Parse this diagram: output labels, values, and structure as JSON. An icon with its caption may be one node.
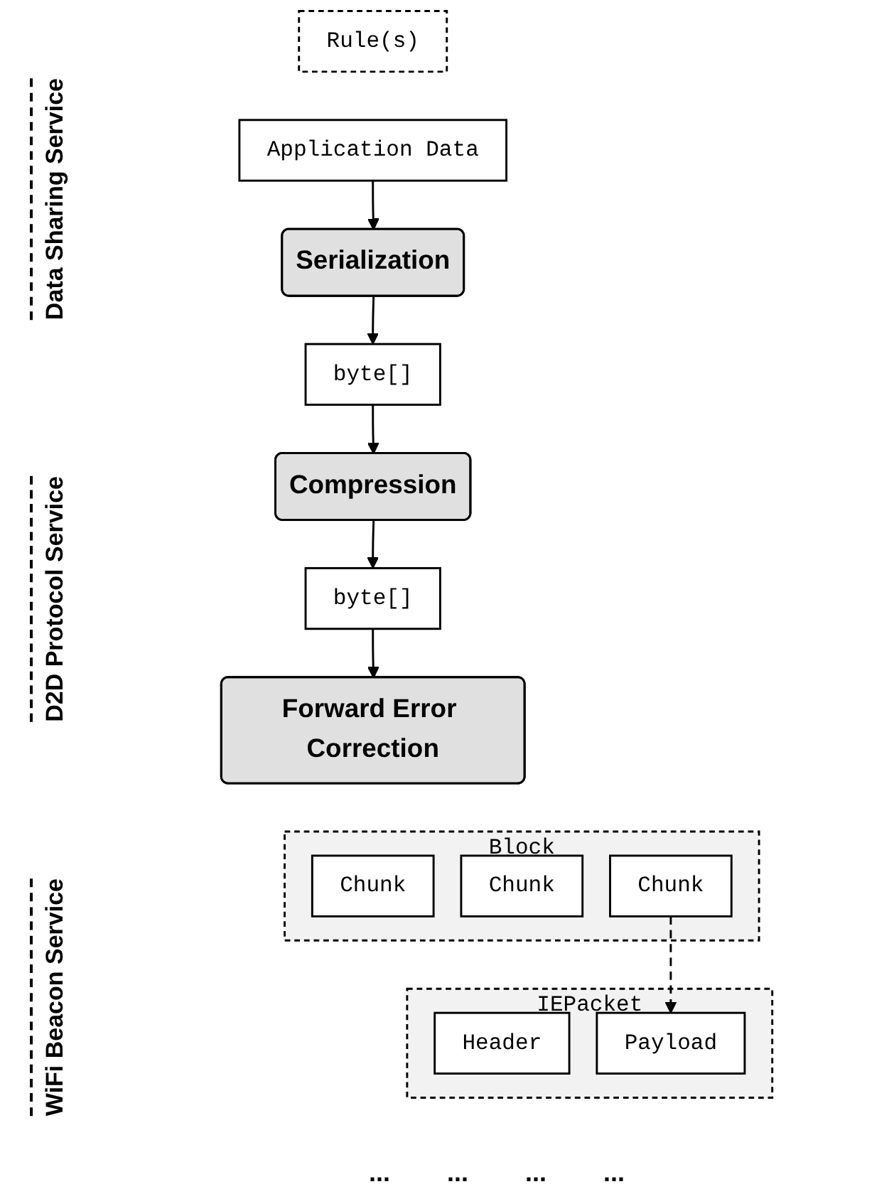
{
  "diagram": {
    "nodes": [
      {
        "text": [
          "Rule(s)"
        ]
      },
      {
        "text": [
          "Application Data"
        ]
      },
      {
        "text": [
          "Serialization"
        ]
      },
      {
        "text": [
          "byte[]"
        ]
      },
      {
        "text": [
          "Compression"
        ]
      },
      {
        "text": [
          "byte[]"
        ]
      },
      {
        "text": [
          "Forward Error Correction"
        ]
      },
      {
        "text": [
          "Block"
        ]
      },
      {
        "text": [
          "Chunk"
        ],
        "in": 7
      },
      {
        "text": [
          "Chunk"
        ],
        "in": 7
      },
      {
        "text": [
          "Chunk"
        ],
        "in": 7
      },
      {
        "text": [
          "IEPacket"
        ]
      },
      {
        "text": [
          "Header"
        ],
        "in": 11
      },
      {
        "text": [
          "Payload"
        ],
        "in": 11
      }
    ],
    "edges": [
      {
        "from": 1,
        "to": 2,
        "arrow": "to"
      },
      {
        "from": 2,
        "to": 3,
        "arrow": "to"
      },
      {
        "from": 3,
        "to": 4,
        "arrow": "to"
      },
      {
        "from": 4,
        "to": 5,
        "arrow": "to"
      },
      {
        "from": 5,
        "to": 6,
        "arrow": "to"
      },
      {
        "from": 10,
        "to": 13,
        "arrow": "to",
        "style": "dashed"
      }
    ],
    "labels": [
      "Data Sharing Service",
      "D2D Protocol Service",
      "...",
      "...",
      "WiFi Beacon Service",
      "...",
      "..."
    ]
  }
}
